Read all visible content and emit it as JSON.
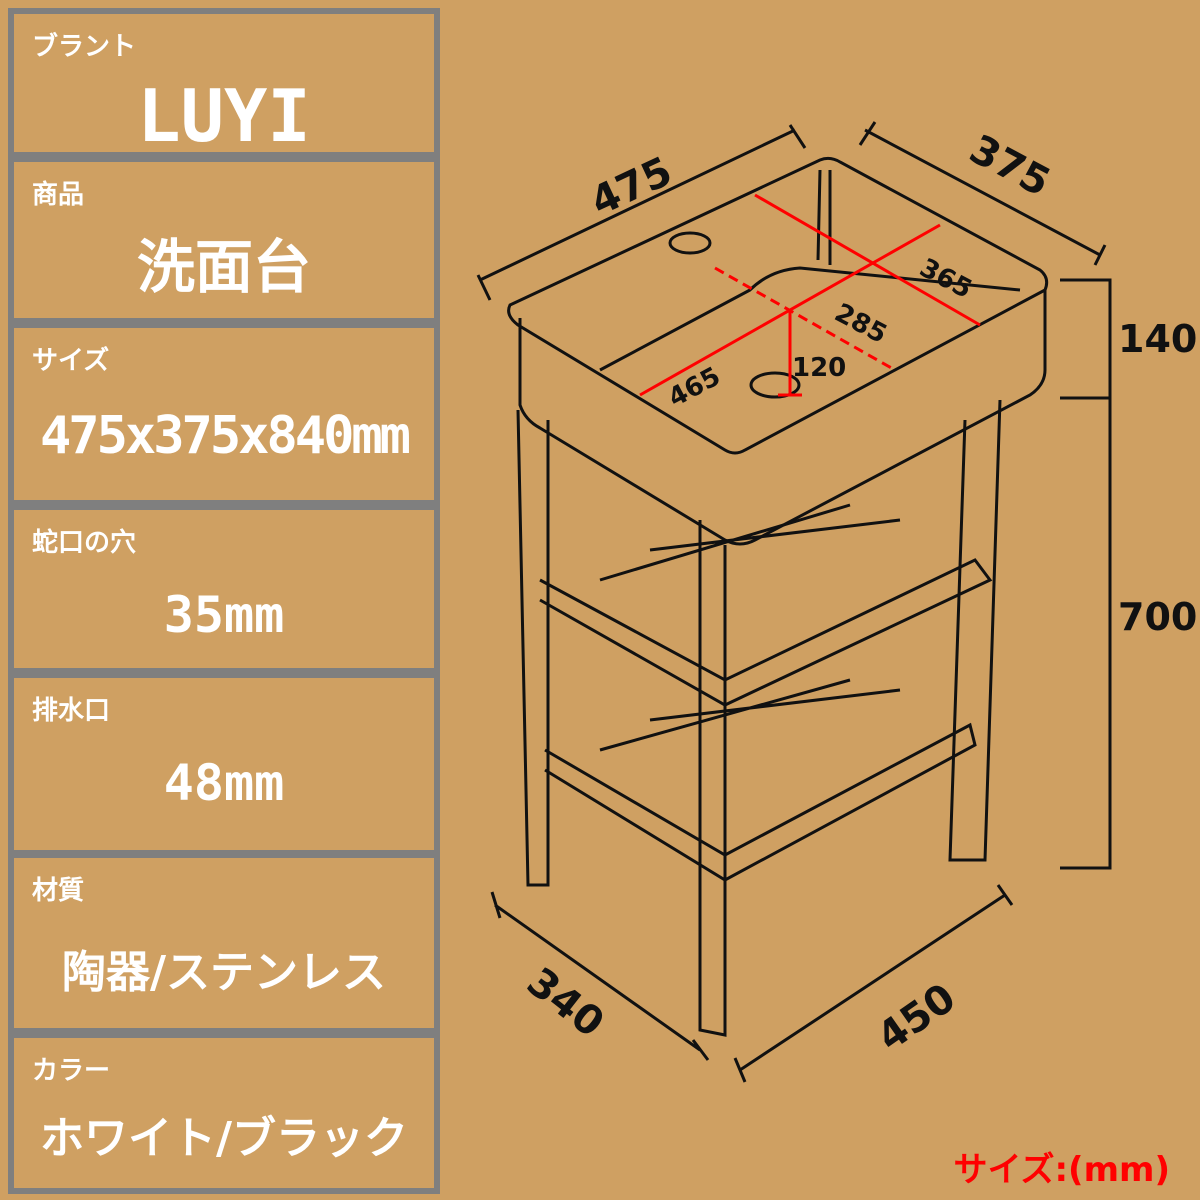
{
  "specs": [
    {
      "label": "ブラント",
      "value": "LUYI"
    },
    {
      "label": "商品",
      "value": "洗面台"
    },
    {
      "label": "サイズ",
      "value": "475x375x840mm"
    },
    {
      "label": "蛇口の穴",
      "value": "35mm"
    },
    {
      "label": "排水口",
      "value": "48mm"
    },
    {
      "label": "材質",
      "value": "陶器/ステンレス"
    },
    {
      "label": "カラー",
      "value": "ホワイト/ブラック"
    }
  ],
  "dimensions": {
    "width": "475",
    "depth": "375",
    "bowl_length": "365",
    "bowl_width": "285",
    "bowl_diagonal": "465",
    "drain_offset": "120",
    "basin_height": "140",
    "stand_height": "700",
    "stand_depth": "340",
    "stand_width": "450"
  },
  "unit_note": "サイズ:(mm)",
  "colors": {
    "background": "#cfa062",
    "border": "#7f7f7f",
    "text": "#ffffff",
    "accent": "#ff0000"
  }
}
